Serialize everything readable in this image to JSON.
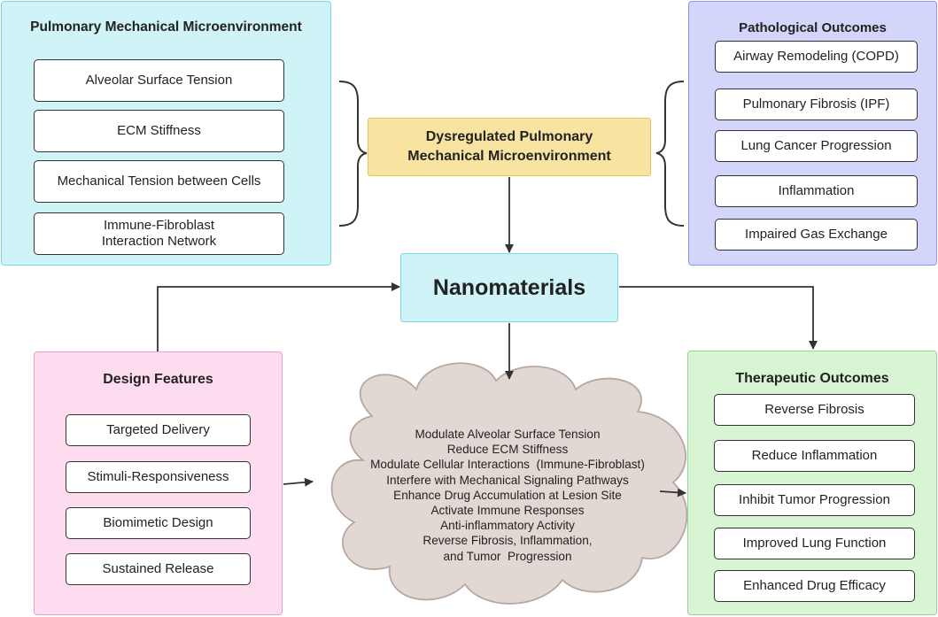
{
  "microenvironment": {
    "title": "Pulmonary Mechanical Microenvironment",
    "items": [
      "Alveolar Surface Tension",
      "ECM Stiffness",
      "Mechanical Tension between Cells",
      "Immune-Fibroblast\nInteraction Network"
    ]
  },
  "pathological": {
    "title": "Pathological Outcomes",
    "items": [
      "Airway Remodeling (COPD)",
      "Pulmonary Fibrosis (IPF)",
      "Lung Cancer Progression",
      "Inflammation",
      "Impaired Gas Exchange"
    ]
  },
  "dysregulated": {
    "label": "Dysregulated Pulmonary\nMechanical Microenvironment"
  },
  "nanomaterials": {
    "label": "Nanomaterials"
  },
  "design": {
    "title": "Design Features",
    "items": [
      "Targeted Delivery",
      "Stimuli-Responsiveness",
      "Biomimetic Design",
      "Sustained Release"
    ]
  },
  "mechanisms": {
    "lines": [
      "Modulate Alveolar Surface Tension",
      "Reduce ECM Stiffness",
      "Modulate Cellular Interactions  (Immune-Fibroblast)",
      "Interfere with Mechanical Signaling Pathways",
      "Enhance Drug Accumulation at Lesion Site",
      "Activate Immune Responses",
      "Anti-inflammatory Activity",
      "Reverse Fibrosis, Inflammation,",
      "and Tumor  Progression"
    ]
  },
  "therapeutic": {
    "title": "Therapeutic Outcomes",
    "items": [
      "Reverse Fibrosis",
      "Reduce Inflammation",
      "Inhibit Tumor Progression",
      "Improved Lung Function",
      "Enhanced Drug Efficacy"
    ]
  }
}
